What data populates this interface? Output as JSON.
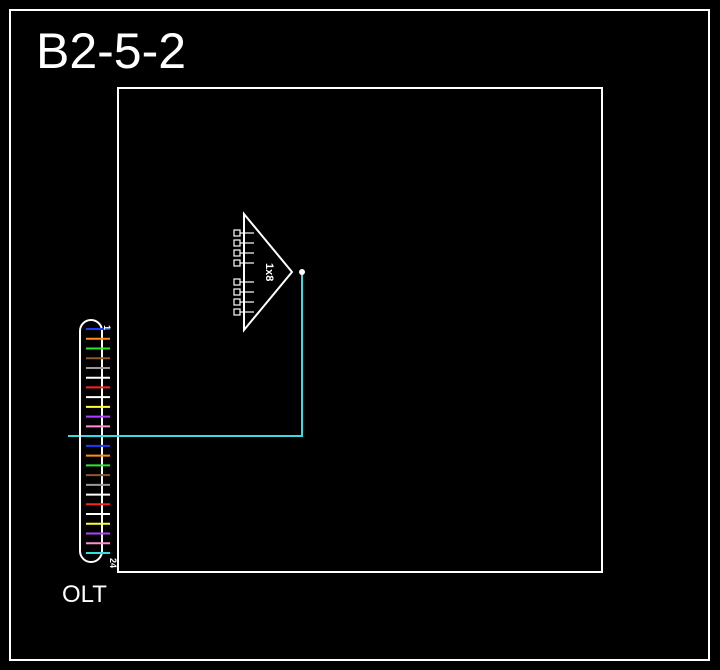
{
  "title": "B2-5-2",
  "olt": {
    "label": "OLT",
    "first_port": "1",
    "last_port": "24",
    "port_colors": [
      "#1a3cff",
      "#ff8c1a",
      "#2ee62e",
      "#8b5a2b",
      "#9a9a9a",
      "#ffffff",
      "#ff2020",
      "#ffffff",
      "#ffff33",
      "#b040ff",
      "#ff90d0",
      "#30e0e0",
      "#1a3cff",
      "#ff8c1a",
      "#2ee62e",
      "#8b5a2b",
      "#9a9a9a",
      "#ffffff",
      "#ff2020",
      "#ffffff",
      "#ffff33",
      "#b040ff",
      "#ff90d0",
      "#30e0e0"
    ]
  },
  "splitter": {
    "label": "1x8",
    "outputs": 8
  },
  "colors": {
    "background": "#000000",
    "outline": "#ffffff",
    "fiber": "#40d8e0"
  }
}
